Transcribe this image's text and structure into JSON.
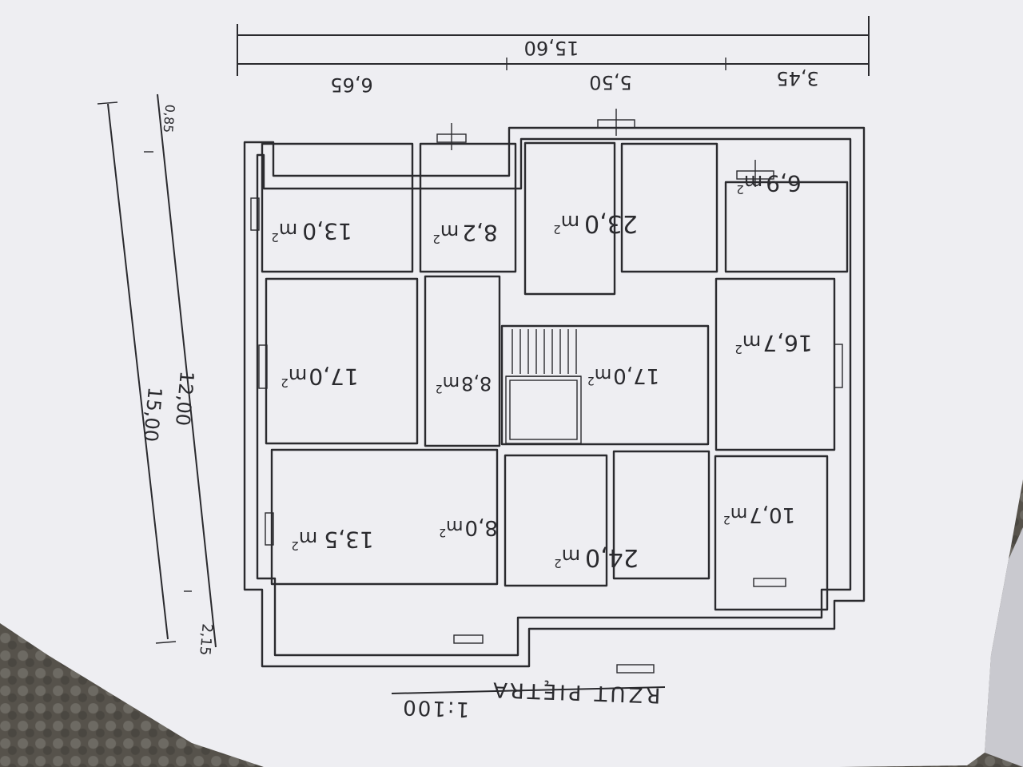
{
  "drawing": {
    "title": "RZUT PIĘTRA",
    "scale": "1:100"
  },
  "dimensions": {
    "total_width": "15,60",
    "segments": [
      "6,65",
      "5,50",
      "3,45"
    ],
    "total_height": "15,00",
    "inner_height": "12,00",
    "top_offset": "0,85",
    "bottom_offset": "2,15"
  },
  "rooms": [
    {
      "id": "r1",
      "area": "13,0"
    },
    {
      "id": "r2",
      "area": "8,2"
    },
    {
      "id": "r3",
      "area": "23,0"
    },
    {
      "id": "r4",
      "area": "6,9"
    },
    {
      "id": "r5",
      "area": "17,0"
    },
    {
      "id": "r6",
      "area": "8,8"
    },
    {
      "id": "r7",
      "area": "17,0"
    },
    {
      "id": "r8",
      "area": "16,7"
    },
    {
      "id": "r9",
      "area": "13,5"
    },
    {
      "id": "r10",
      "area": "8,0"
    },
    {
      "id": "r11",
      "area": "24,0"
    },
    {
      "id": "r12",
      "area": "10,7"
    }
  ],
  "unit": "m",
  "unit_exp": "2"
}
